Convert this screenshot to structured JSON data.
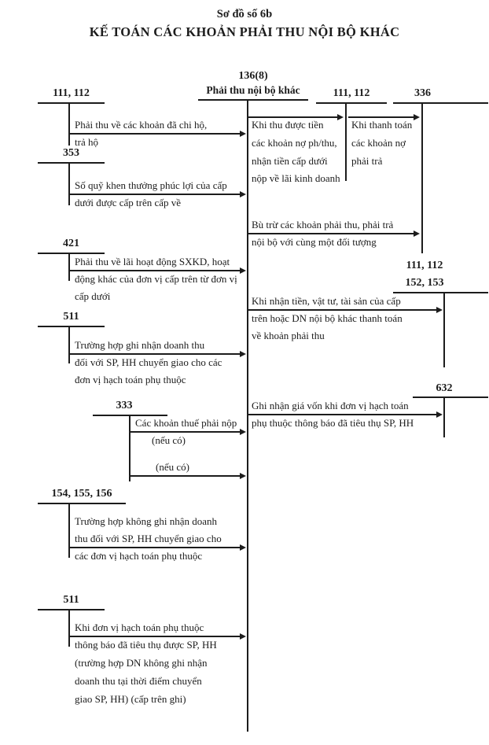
{
  "title": {
    "doc_number": "Sơ đồ số 6b",
    "heading": "KẾ TOÁN CÁC KHOẢN PHẢI THU NỘI BỘ KHÁC"
  },
  "center_account": {
    "code": "136(8)",
    "name": "Phải thu nội bộ khác"
  },
  "left_accounts": {
    "cash": "111, 112",
    "fund": "353",
    "profit": "421",
    "revenue1": "511",
    "tax": "333",
    "inventory": "154, 155, 156",
    "revenue2": "511"
  },
  "right_accounts": {
    "cash": "111, 112",
    "payable": "336",
    "cash2": "111, 112",
    "materials": "152, 153",
    "cogs": "632"
  },
  "flows": {
    "chi_ho": {
      "l1": "Phải thu về các khoản đã chi hộ,",
      "l2": "trả hộ"
    },
    "quy_khen_thuong": {
      "l1": "Số quỹ khen thưởng phúc lợi của cấp",
      "l2": "dưới được cấp trên cấp về"
    },
    "lai_sxkd": {
      "l1": "Phải thu về lãi hoạt động SXKD, hoạt",
      "l2": "động khác của đơn vị cấp trên từ đơn vị",
      "l3": "cấp dưới"
    },
    "ghi_nhan_doanh_thu": {
      "l1": "Trường hợp ghi nhận doanh thu",
      "l2": "đối với SP, HH chuyển giao cho các",
      "l3": "đơn vị hạch toán phụ thuộc"
    },
    "thue_phai_nop": {
      "l1": "Các khoản thuế phải nộp",
      "l2": "(nếu có)"
    },
    "thue_phai_nop2": {
      "l1": "(nếu có)"
    },
    "khong_ghi_nhan": {
      "l1": "Trường hợp không ghi nhận doanh",
      "l2": "thu đối với SP, HH chuyển giao cho",
      "l3": "các đơn vị hạch toán phụ thuộc"
    },
    "tieu_thu": {
      "l1": "Khi đơn vị hạch toán phụ thuộc",
      "l2": "thông báo đã tiêu thụ được SP, HH",
      "l3": "(trường hợp DN không ghi nhận",
      "l4": "doanh thu tại thời điểm chuyển",
      "l5": "giao SP, HH) (cấp trên ghi)"
    },
    "thu_tien": {
      "l1": "Khi thu được tiền",
      "l2": "các khoản nợ ph/thu,",
      "l3": "nhận tiền cấp dưới",
      "l4": "nộp về lãi kinh doanh"
    },
    "thanh_toan": {
      "l1": "Khi thanh toán",
      "l2": "các khoản nợ",
      "l3": "phải trả"
    },
    "bu_tru": {
      "l1": "Bù trừ các khoản phải thu, phải trả",
      "l2": "nội bộ với cùng một đối tượng"
    },
    "nhan_tien": {
      "l1": "Khi nhận tiền, vật tư, tài sản của cấp",
      "l2": "trên hoặc DN nội bộ khác thanh toán",
      "l3": "về khoản phải thu"
    },
    "gia_von": {
      "l1": "Ghi nhận giá vốn khi đơn vị hạch toán",
      "l2": "phụ thuộc thông báo đã tiêu thụ SP, HH"
    }
  },
  "colors": {
    "ink": "#1c1c1c",
    "paper": "#ffffff"
  }
}
